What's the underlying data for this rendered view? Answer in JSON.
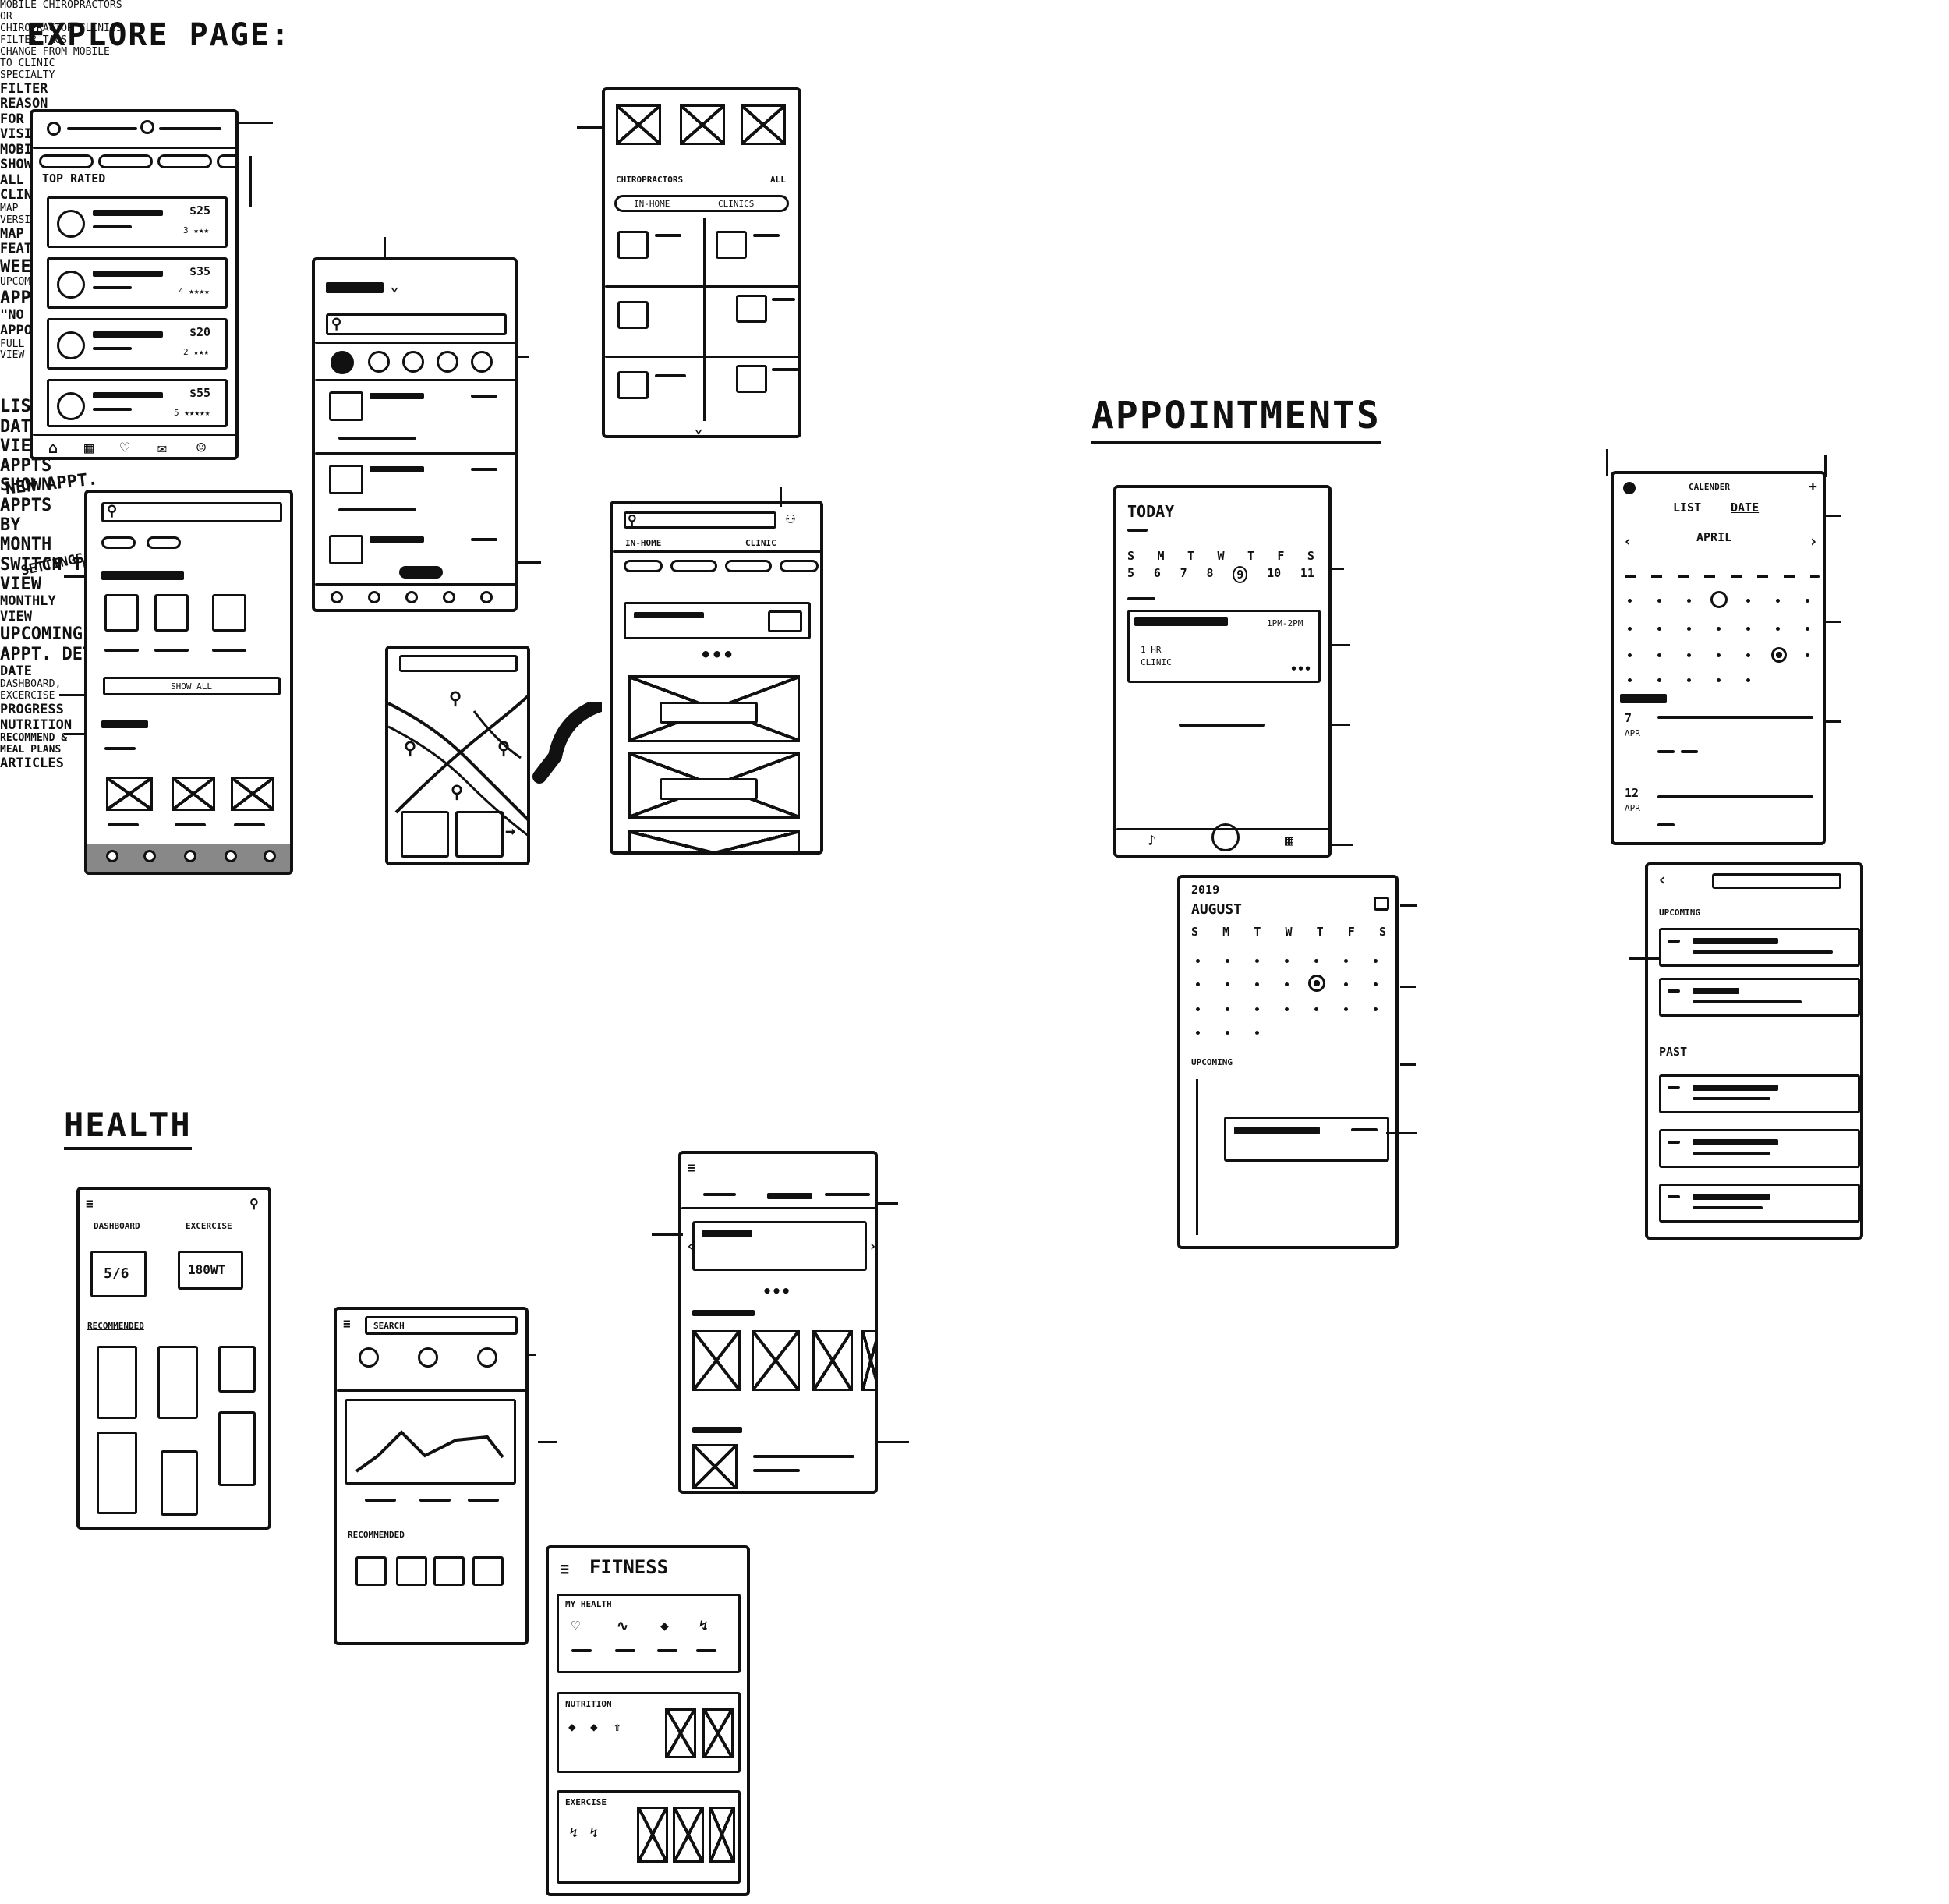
{
  "sections": {
    "explore": "EXPLORE PAGE:",
    "appointments": "APPOINTMENTS",
    "health": "HEALTH"
  },
  "explore": {
    "annotations": {
      "mobile_or_clinics_1": "MOBILE CHIROPRACTORS",
      "mobile_or_clinics_or": "OR",
      "mobile_or_clinics_2": "CHIROPRACTOR CLINICS",
      "filter_tags": "FILTER TAGS",
      "change_1": "CHANGE FROM MOBILE",
      "change_2": "TO CLINIC",
      "specialty": "SPECIALTY",
      "filter": "FILTER",
      "reason_1": "REASON",
      "reason_2": "FOR",
      "reason_3": "VISIT",
      "map": "MAP",
      "featured": "FEATURED",
      "map_version_1": "MAP",
      "map_version_2": "VERSION",
      "mobile": "MOBILE",
      "show_all_1": "SHOW",
      "show_all_2": "ALL",
      "clinic": "CLINIC"
    },
    "phone1": {
      "top_rated": "TOP RATED",
      "prices": [
        "$25",
        "$35",
        "$20",
        "$55"
      ],
      "ratings": [
        "3 ★★★",
        "4 ★★★★",
        "2 ★★★",
        "5 ★★★★★"
      ]
    },
    "phone_chiro": {
      "title": "CHIROPRACTORS",
      "all": "ALL",
      "in_home": "IN-HOME",
      "clinics": "CLINICS"
    },
    "phone_mobile": {
      "show_all": "SHOW ALL"
    },
    "phone_filter": {
      "in_home": "IN-HOME",
      "clinic": "CLINIC"
    }
  },
  "appointments": {
    "annotations": {
      "settings": "SETTINGS",
      "new_appt": "NEW APPT.",
      "weekly_view": "WEEKLY VIEW",
      "upcoming_appts_small": "UPCOMING APPTS.",
      "appt_view_card": "APPT. VIEW/CARD",
      "no_other_1": "\"NO OTHER UPCOMING",
      "no_other_2": "APPOINTMENT\"",
      "full_cal_1": "FULL CALENDER",
      "full_cal_2": "VIEW",
      "list_or_date_1": "LIST OR",
      "list_or_date_2": "DATE",
      "list_or_date_3": "VIEW",
      "appts_shown_1": "APPTS",
      "appts_shown_2": "SHOWN",
      "appts_by_1": "APPTS",
      "appts_by_2": "BY",
      "appts_by_3": "MONTH",
      "switch_1": "SWITCH TO WEEK",
      "switch_2": "VIEW",
      "monthly_1": "MONTHLY",
      "monthly_2": "VIEW",
      "upcoming_appts": "UPCOMING APPTS",
      "appt_details": "APPT. DETAILS",
      "date": "DATE"
    },
    "today_phone": {
      "today": "TODAY",
      "days": [
        "S",
        "M",
        "T",
        "W",
        "T",
        "F",
        "S"
      ],
      "dates": [
        "5",
        "6",
        "7",
        "8",
        "9",
        "10",
        "11"
      ],
      "time": "1PM-2PM",
      "duration": "1 HR",
      "location": "CLINIC"
    },
    "calendar_phone": {
      "title": "CALENDER",
      "list": "LIST",
      "date": "DATE",
      "month": "APRIL",
      "d1": "7",
      "m1": "APR",
      "d2": "12",
      "m2": "APR"
    },
    "month_phone": {
      "year": "2019",
      "month": "AUGUST",
      "days": [
        "S",
        "M",
        "T",
        "W",
        "T",
        "F",
        "S"
      ],
      "upcoming": "UPCOMING"
    },
    "list_phone": {
      "upcoming": "UPCOMING",
      "past": "PAST"
    }
  },
  "health": {
    "annotations": {
      "nutrition": "NUTRITION",
      "recommend_1": "RECOMMEND &",
      "recommend_2": "MEAL PLANS",
      "dashboard_1": "DASHBOARD,",
      "dashboard_2": "EXCERCISE",
      "progress": "PROGRESS",
      "articles": "ARTICLES"
    },
    "dash_phone": {
      "tab1": "DASHBOARD",
      "tab2": "EXCERCISE",
      "stat1": "5/6",
      "stat2": "180wt",
      "recommended": "RECOMMENDED"
    },
    "progress_phone": {
      "search": "SEARCH",
      "recommended": "RECOMMENDED"
    },
    "fitness_phone": {
      "title": "FITNESS",
      "my_health": "MY HEALTH",
      "nutrition": "NUTRITION",
      "exercise": "EXERCISE"
    }
  }
}
